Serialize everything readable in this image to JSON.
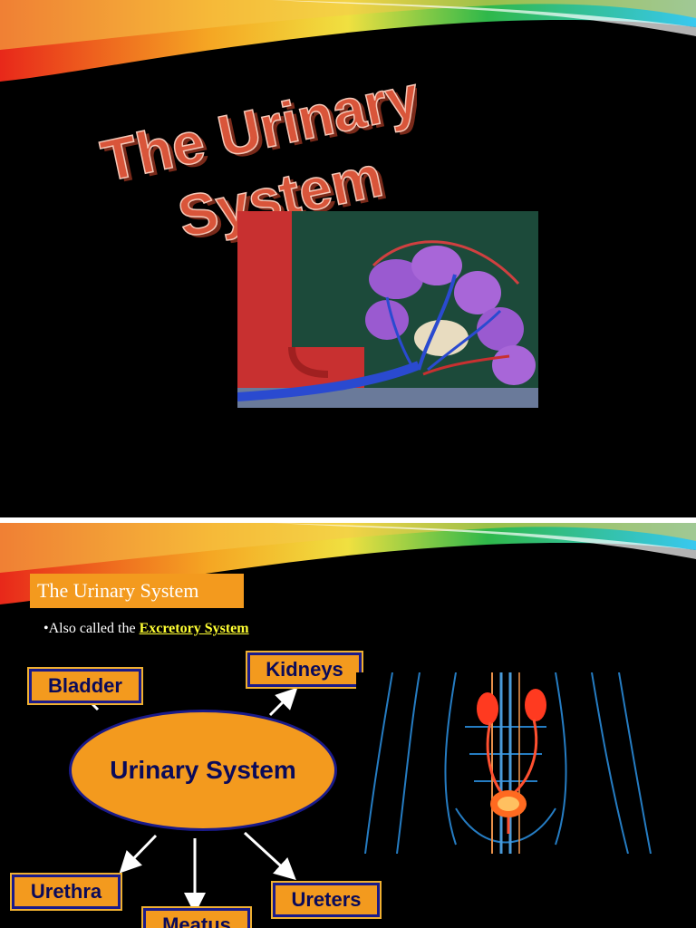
{
  "slide1": {
    "title_line1": "The Urinary",
    "title_line2": "System"
  },
  "slide2": {
    "header": "The Urinary System",
    "bullet_prefix": "Also called the ",
    "bullet_term": "Excretory System",
    "center": "Urinary System",
    "nodes": {
      "bladder": "Bladder",
      "kidneys": "Kidneys",
      "urethra": "Urethra",
      "meatus": "Meatus",
      "ureters": "Ureters"
    }
  },
  "colors": {
    "header_bg": "#f39a1e",
    "highlight": "#ffff33",
    "title_fill": "#d9553a",
    "node_border": "#1a1a8a"
  }
}
